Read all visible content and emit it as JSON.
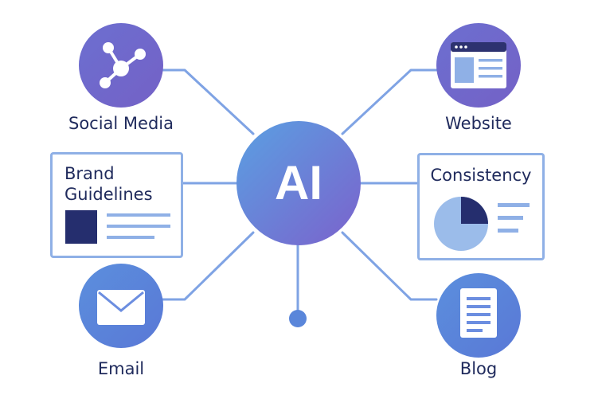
{
  "center": {
    "label": "AI"
  },
  "nodes": {
    "social_media": {
      "label": "Social Media",
      "icon": "network-share-icon"
    },
    "website": {
      "label": "Website",
      "icon": "browser-window-icon"
    },
    "email": {
      "label": "Email",
      "icon": "envelope-icon"
    },
    "blog": {
      "label": "Blog",
      "icon": "document-icon"
    }
  },
  "cards": {
    "brand_guidelines": {
      "line1": "Brand",
      "line2": "Guidelines",
      "icon": "brand-swatch-icon"
    },
    "consistency": {
      "label": "Consistency",
      "icon": "pie-chart-icon"
    }
  },
  "colors": {
    "connector": "#7fa3e4",
    "center_start": "#5f9be0",
    "center_end": "#7a66cf",
    "node_purple": "#6f68c9",
    "node_blue": "#5a86da",
    "text_dark": "#1f2a5c",
    "card_border": "#8fb0e6"
  }
}
